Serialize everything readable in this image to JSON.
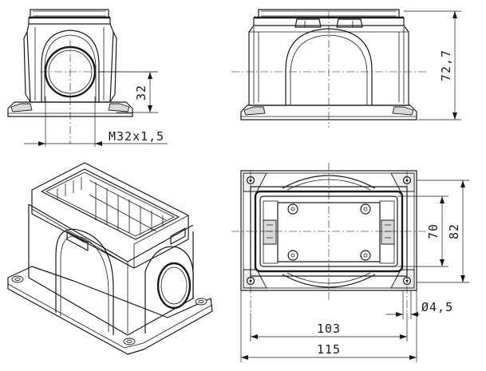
{
  "dimensions": {
    "thread": "M32x1,5",
    "thread_height": "32",
    "total_height": "72,7",
    "inner_height": "70",
    "outer_height": "82",
    "hole_diameter": "Ø4,5",
    "hole_spacing": "103",
    "outer_width": "115"
  }
}
